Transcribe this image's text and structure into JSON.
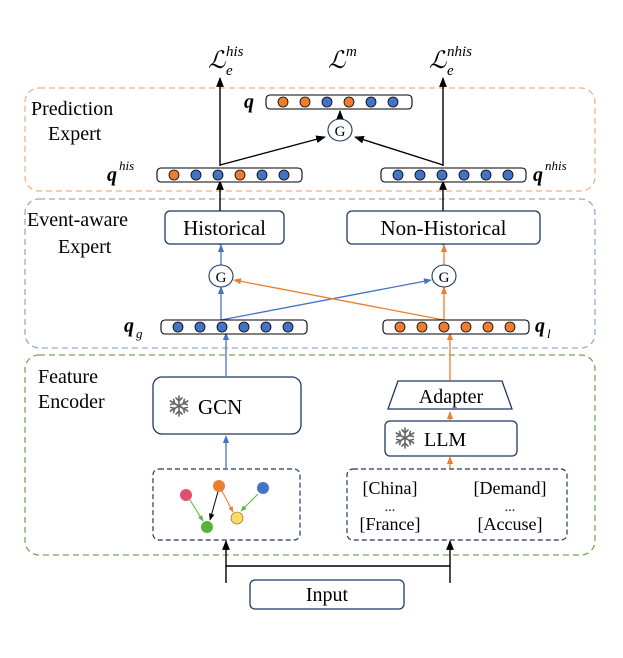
{
  "sections": {
    "prediction": {
      "line1": "Prediction",
      "line2": "Expert"
    },
    "event_aware": {
      "line1": "Event-aware",
      "line2": "Expert"
    },
    "feature": {
      "line1": "Feature",
      "line2": "Encoder"
    }
  },
  "losses": {
    "his": {
      "base": "ℒ",
      "sup": "his",
      "sub": "e"
    },
    "m": {
      "base": "ℒ",
      "sup": "m"
    },
    "nhis": {
      "base": "ℒ",
      "sup": "nhis",
      "sub": "e"
    }
  },
  "vectors": {
    "q": {
      "base": "q"
    },
    "q_his": {
      "base": "q",
      "sup": "his"
    },
    "q_nhis": {
      "base": "q",
      "sup": "nhis"
    },
    "q_g": {
      "base": "q",
      "sub": "g"
    },
    "q_l": {
      "base": "q",
      "sub": "l"
    }
  },
  "gate_label": "G",
  "boxes": {
    "historical": "Historical",
    "non_historical": "Non-Historical",
    "gcn": "GCN",
    "adapter": "Adapter",
    "llm": "LLM",
    "input": "Input"
  },
  "entities": {
    "col1": [
      "[China]",
      "...",
      "[France]"
    ],
    "col2": [
      "[Demand]",
      "...",
      "[Accuse]"
    ]
  },
  "colors": {
    "blue": "#4472c4",
    "orange": "#ed7d31",
    "prediction_border": "#f4b183",
    "event_border": "#8faadc",
    "feature_border": "#70ad47",
    "box_border": "#1f3864",
    "graph_red": "#e0506e",
    "graph_green": "#58b33a",
    "graph_yellow": "#ffd966"
  },
  "icons": {
    "frozen": "snowflake-icon"
  }
}
